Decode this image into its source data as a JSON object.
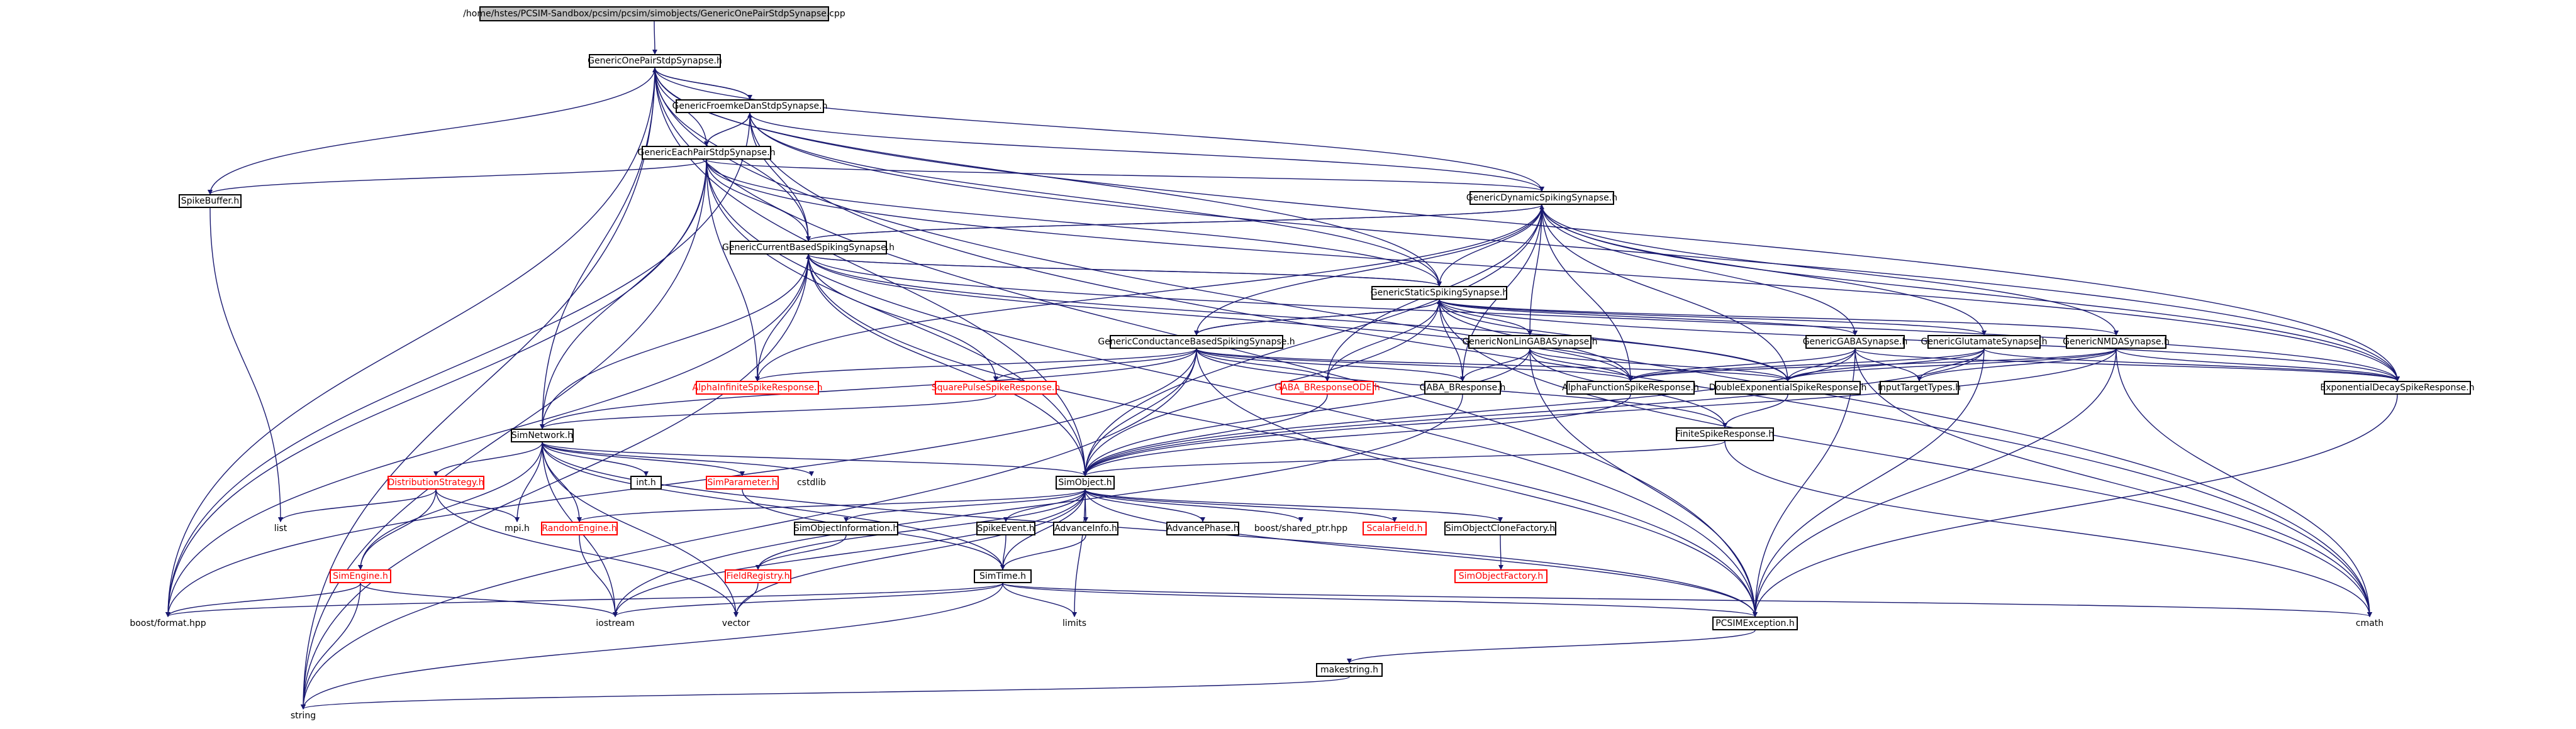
{
  "colors": {
    "edge": "#191970",
    "node_border": "#000000",
    "link_border": "#ff0000",
    "root_fill": "#bfbfbf"
  },
  "nodes": {
    "root": "/home/hstes/PCSIM-Sandbox/pcsim/pcsim/simobjects/GenericOnePairStdpSynapse.cpp",
    "gopss": "GenericOnePairStdpSynapse.h",
    "gfmdss": "GenericFroemkeDanStdpSynapse.h",
    "gepss": "GenericEachPairStdpSynapse.h",
    "spikebuffer": "SpikeBuffer.h",
    "gdss": "GenericDynamicSpikingSynapse.h",
    "gcbss": "GenericCurrentBasedSpikingSynapse.h",
    "gsss": "GenericStaticSpikingSynapse.h",
    "gcondbss": "GenericConductanceBasedSpikingSynapse.h",
    "gnlgaba": "GenericNonLinGABASynapse.h",
    "ggaba": "GenericGABASynapse.h",
    "gglut": "GenericGlutamateSynapse.h",
    "gnmda": "GenericNMDASynapse.h",
    "alphainf": "AlphaInfiniteSpikeResponse.h",
    "sqpulse": "SquarePulseSpikeResponse.h",
    "gababode": "GABA_BResponseODE.h",
    "gababresp": "GABA_BResponse.h",
    "alphafunc": "AlphaFunctionSpikeResponse.h",
    "doubleexp": "DoubleExponentialSpikeResponse.h",
    "inputtarget": "InputTargetTypes.h",
    "expdecay": "ExponentialDecaySpikeResponse.h",
    "finitespike": "FiniteSpikeResponse.h",
    "simnetwork": "SimNetwork.h",
    "diststrategy": "DistributionStrategy.h",
    "inth": "int.h",
    "simparameter": "SimParameter.h",
    "cstdlib": "cstdlib",
    "simobject": "SimObject.h",
    "simengine": "SimEngine.h",
    "list": "list",
    "mpih": "mpi.h",
    "randomengine": "RandomEngine.h",
    "simobjinfo": "SimObjectInformation.h",
    "spikeevent": "SpikeEvent.h",
    "advanceinfo": "AdvanceInfo.h",
    "advancephase": "AdvancePhase.h",
    "boostshared": "boost/shared_ptr.hpp",
    "scalarfield": "ScalarField.h",
    "simobjclone": "SimObjectCloneFactory.h",
    "fieldregistry": "FieldRegistry.h",
    "simtime": "SimTime.h",
    "simobjfactory": "SimObjectFactory.h",
    "boostformat": "boost/format.hpp",
    "iostream": "iostream",
    "vector": "vector",
    "limits": "limits",
    "pcsimexception": "PCSIMException.h",
    "cmath": "cmath",
    "makestring": "makestring.h",
    "string": "string"
  }
}
